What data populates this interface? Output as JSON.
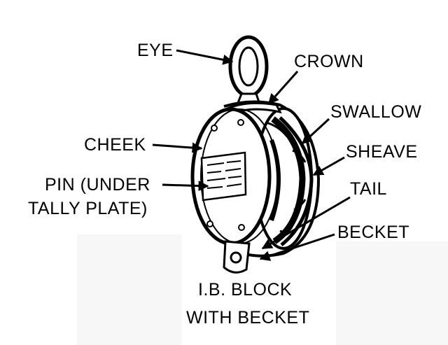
{
  "labels": {
    "eye": "EYE",
    "crown": "CROWN",
    "swallow": "SWALLOW",
    "cheek": "CHEEK",
    "sheave": "SHEAVE",
    "pin_line1": "PIN (UNDER",
    "pin_line2": "TALLY PLATE)",
    "tail": "TAIL",
    "becket": "BECKET"
  },
  "caption": {
    "line1": "I.B. BLOCK",
    "line2": "WITH BECKET"
  }
}
